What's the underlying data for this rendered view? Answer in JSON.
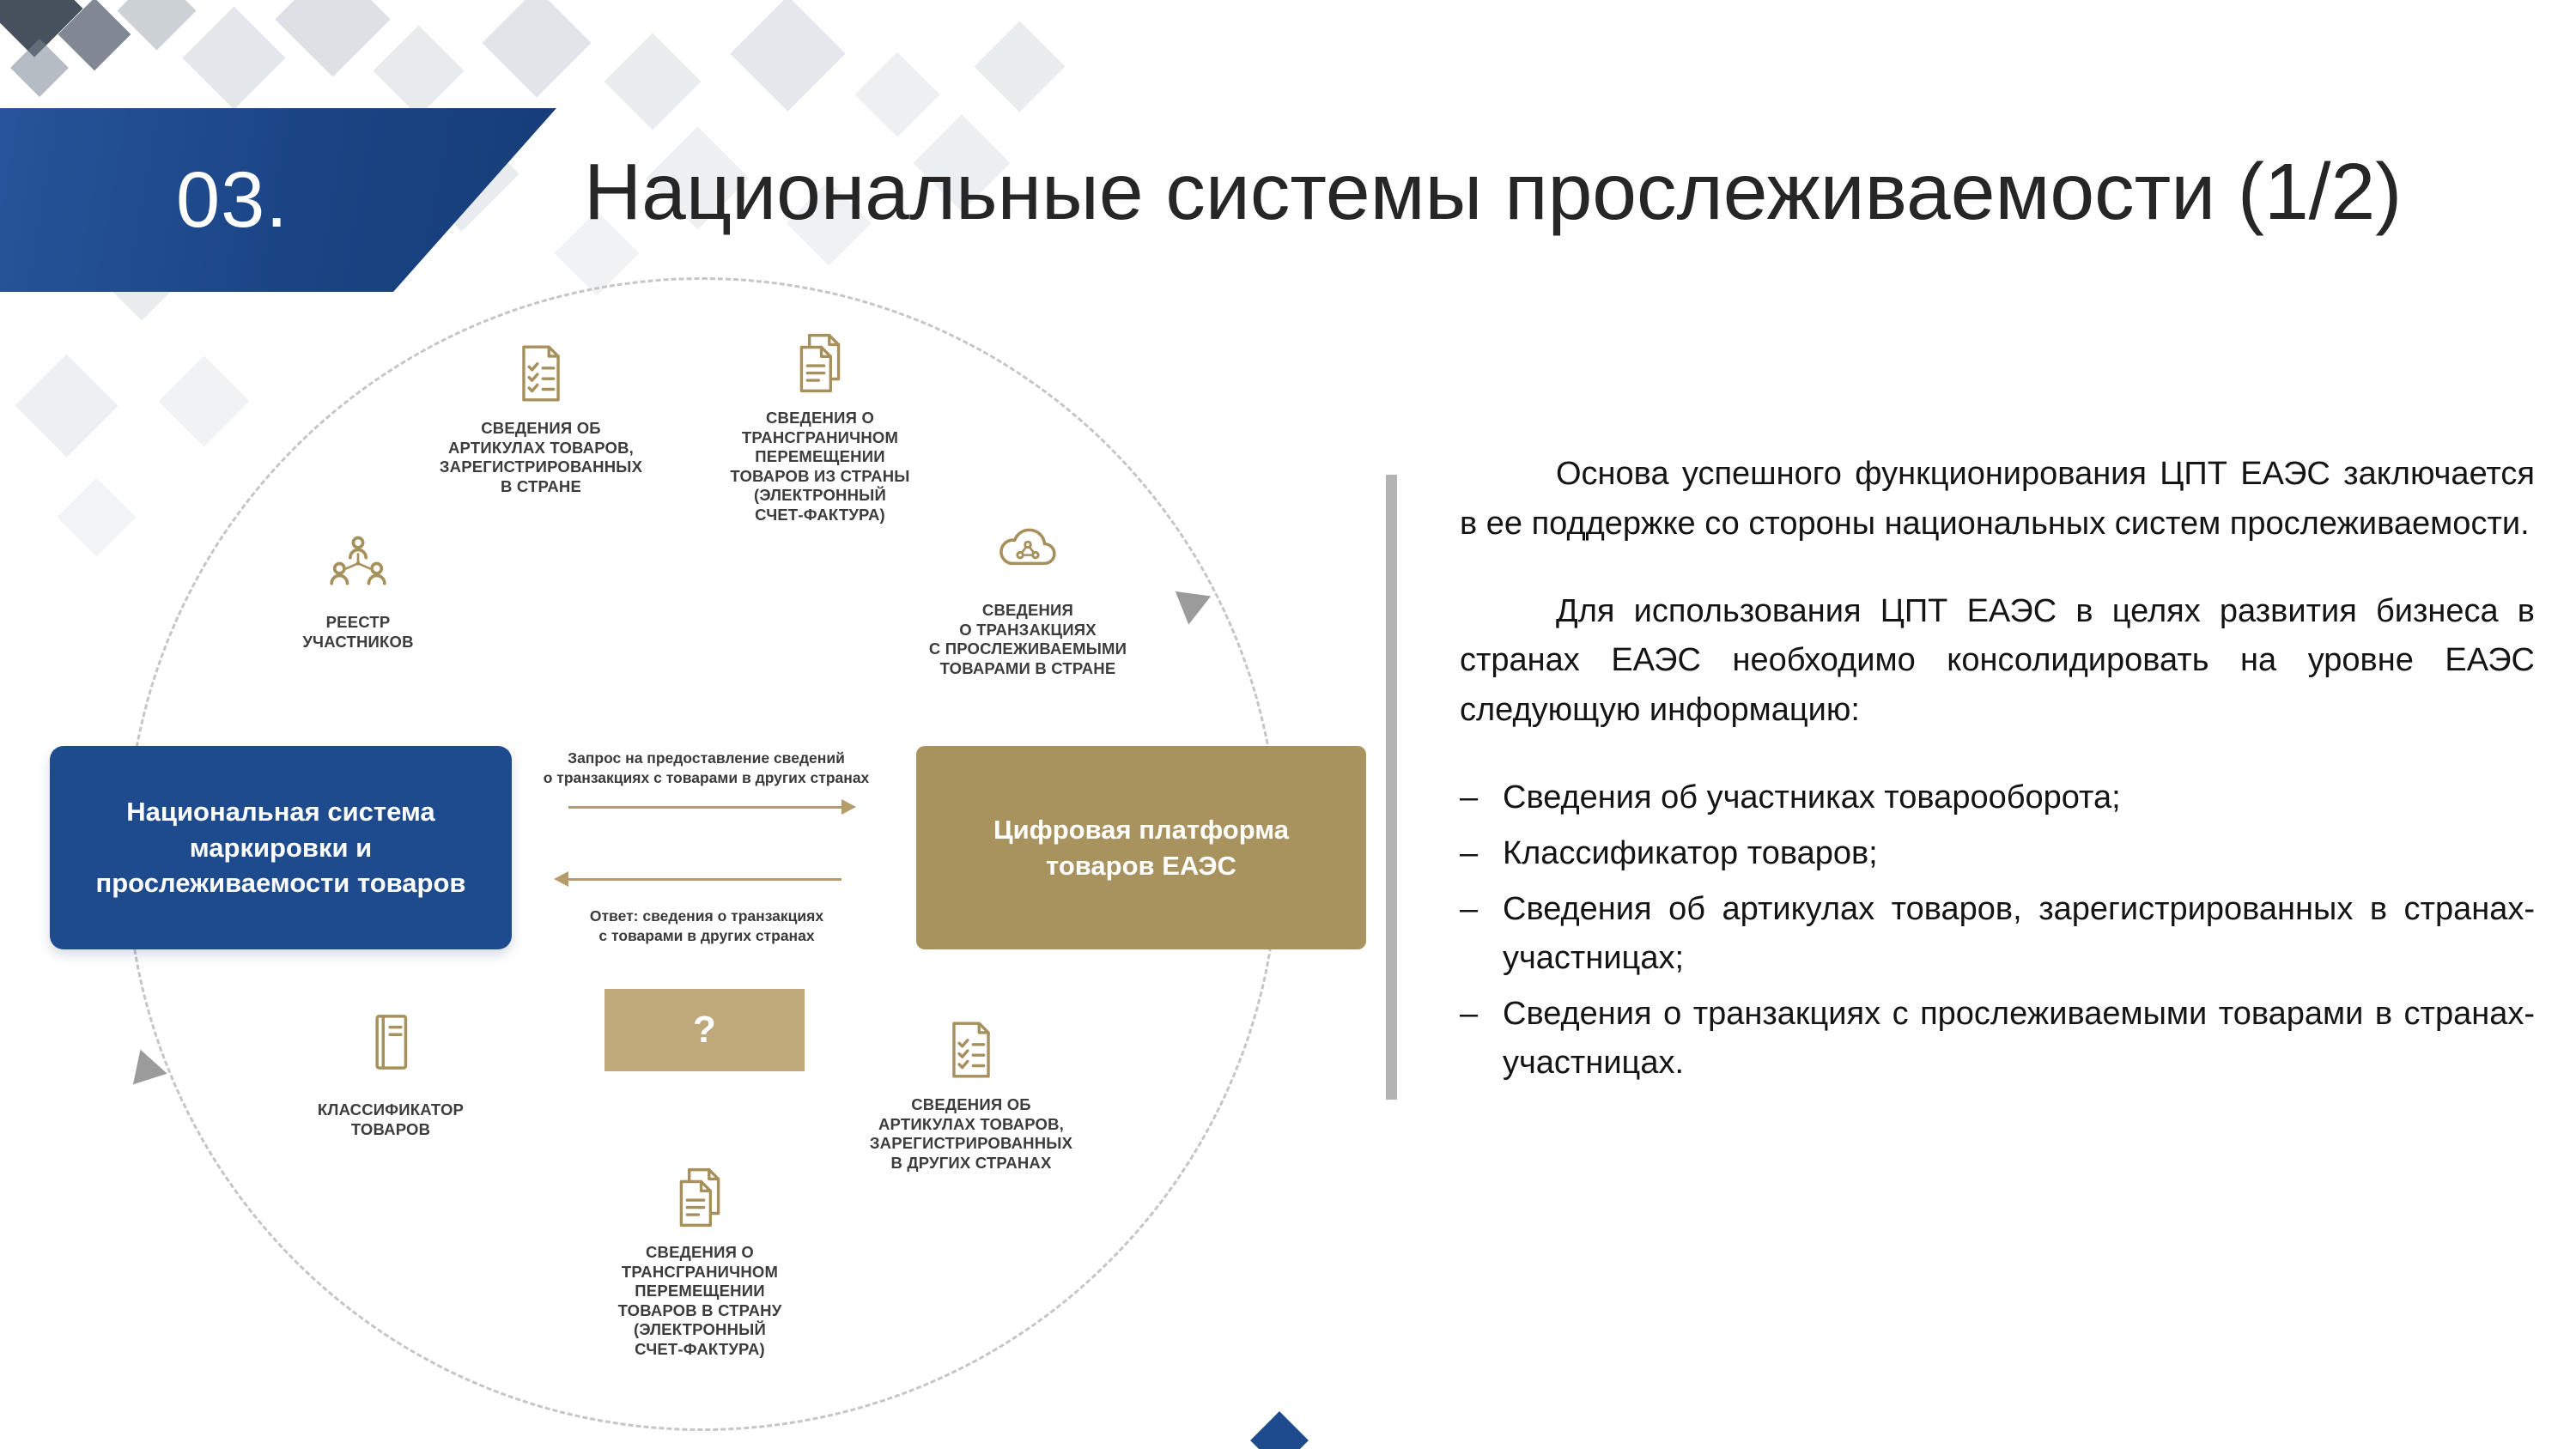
{
  "slide": {
    "number": "03.",
    "title": "Национальные системы прослеживаемости (1/2)"
  },
  "colors": {
    "accent_blue": "#1d4b8d",
    "accent_gold": "#a8925e",
    "gold_light": "#bfa87a",
    "icon_gold": "#a6905c",
    "divider_gray": "#b3b3b3"
  },
  "diagram": {
    "hub_left": {
      "label": "Национальная система\nмаркировки и\nпрослеживаемости товаров"
    },
    "hub_right": {
      "label": "Цифровая платформа\nтоваров ЕАЭС"
    },
    "question_box": {
      "label": "?"
    },
    "request_arrow_label": "Запрос на предоставление сведений\nо транзакциях с товарами в других странах",
    "response_arrow_label": "Ответ:  сведения о транзакциях\nс товарами в других странах",
    "nodes": [
      {
        "icon": "checklist-document-icon",
        "label": "СВЕДЕНИЯ ОБ\nАРТИКУЛАХ ТОВАРОВ,\nЗАРЕГИСТРИРОВАННЫХ\nВ СТРАНЕ"
      },
      {
        "icon": "documents-icon",
        "label": "СВЕДЕНИЯ О\nТРАНСГРАНИЧНОМ\nПЕРЕМЕЩЕНИИ\nТОВАРОВ ИЗ СТРАНЫ\n(ЭЛЕКТРОННЫЙ\nСЧЕТ-ФАКТУРА)"
      },
      {
        "icon": "cloud-transactions-icon",
        "label": "СВЕДЕНИЯ\nО ТРАНЗАКЦИЯХ\nС ПРОСЛЕЖИВАЕМЫМИ\nТОВАРАМИ В СТРАНЕ"
      },
      {
        "icon": "participants-network-icon",
        "label": "РЕЕСТР\nУЧАСТНИКОВ"
      },
      {
        "icon": "classifier-book-icon",
        "label": "КЛАССИФИКАТОР\nТОВАРОВ"
      },
      {
        "icon": "checklist-document-icon",
        "label": "СВЕДЕНИЯ ОБ\nАРТИКУЛАХ ТОВАРОВ,\nЗАРЕГИСТРИРОВАННЫХ\nВ ДРУГИХ СТРАНАХ"
      },
      {
        "icon": "documents-icon",
        "label": "СВЕДЕНИЯ О\nТРАНСГРАНИЧНОМ\nПЕРЕМЕЩЕНИИ\nТОВАРОВ В СТРАНУ\n(ЭЛЕКТРОННЫЙ\nСЧЕТ-ФАКТУРА)"
      }
    ]
  },
  "panel": {
    "paragraphs": [
      "Основа успешного функционирования ЦПТ ЕАЭС заключается в ее поддержке со стороны национальных систем прослеживаемости.",
      "Для использования ЦПТ ЕАЭС в целях  развития бизнеса в странах ЕАЭС необходимо консолидировать на уровне ЕАЭС следующую информацию:"
    ],
    "bullet_marker": "–",
    "bullets": [
      "Сведения об участниках товарооборота;",
      "Классификатор товаров;",
      "Сведения об артикулах товаров, зарегистрированных в странах-участницах;",
      "Сведения о транзакциях с прослеживаемыми товарами в странах-участницах."
    ]
  }
}
